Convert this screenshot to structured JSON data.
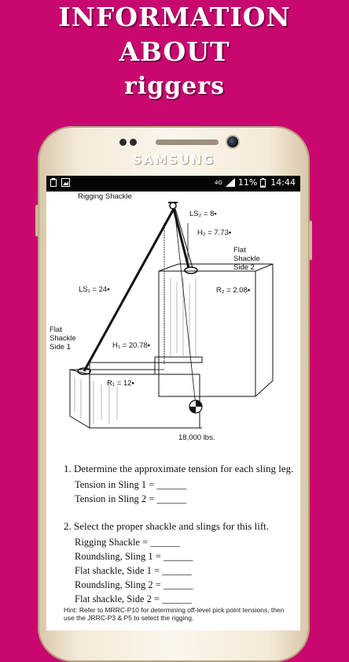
{
  "header": {
    "line1": "INFORMATION",
    "line2": "ABOUT",
    "line3": "riggers"
  },
  "phone": {
    "brand": "SAMSUNG"
  },
  "statusbar": {
    "network": "4G",
    "battery": "11%",
    "time": "14:44"
  },
  "diagram": {
    "rigging_shackle": "Rigging Shackle",
    "ls2": "LS₂ = 8▪",
    "h2": "H₂ = 7.73▪",
    "flat_shackle_side2": [
      "Flat",
      "Shackle",
      "Side 2"
    ],
    "r2": "R₂ = 2.08▪",
    "ls1": "LS₁ = 24▪",
    "flat_shackle_side1": [
      "Flat",
      "Shackle",
      "Side 1"
    ],
    "h1": "H₁ = 20.78▪",
    "r1": "R₁ = 12▪",
    "weight": "18,000 lbs."
  },
  "questions": {
    "q1": "1. Determine the approximate tension for each sling leg.",
    "q1_items": [
      "Tension in Sling 1 = ______",
      "Tension in Sling 2 = ______"
    ],
    "q2": "2. Select the proper shackle and slings for this lift.",
    "q2_items": [
      "Rigging Shackle = ______",
      "Roundsling, Sling 1 = ______",
      "Flat shackle, Side 1 = ______",
      "Roundsling, Sling 2 = ______",
      "Flat shackle, Side 2 = ______"
    ]
  },
  "hint": "Hint: Refer to MRRC-P10 for determining off-level pick point tensions, then use the JRRC-P3 & P5 to select the rigging."
}
